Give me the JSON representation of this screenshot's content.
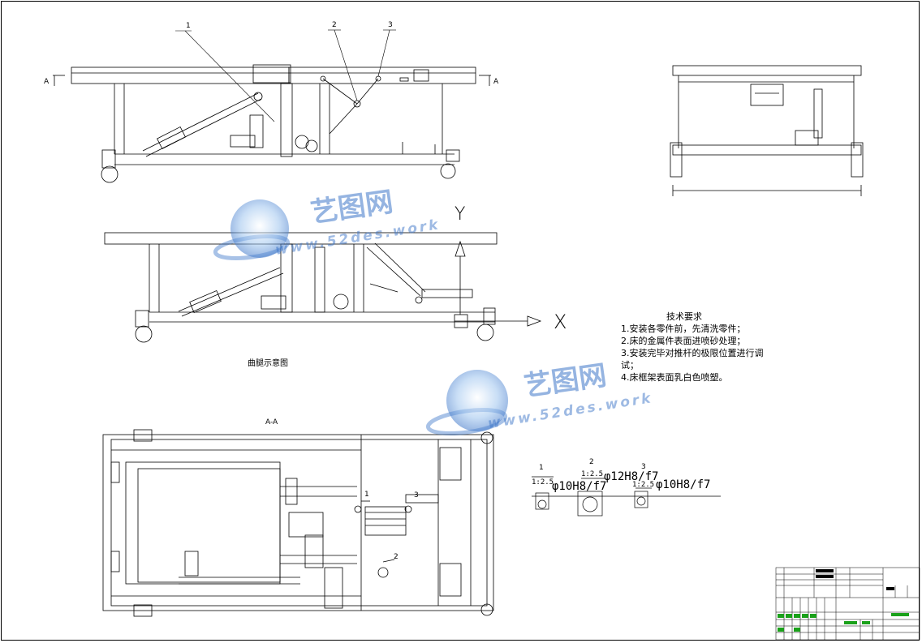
{
  "drawing": {
    "section_marker_left": "A",
    "section_marker_right": "A",
    "section_title": "A-A",
    "caption_leg": "曲腿示意图",
    "axis_x": "X",
    "axis_y": "Y",
    "top_callouts": [
      "1",
      "2",
      "3"
    ],
    "plan_callouts": [
      "1",
      "2",
      "3"
    ]
  },
  "tech": {
    "title": "技术要求",
    "items": [
      "1.安装各零件前，先清洗零件；",
      "2.床的金属件表面进喷砂处理；",
      "3.安装完毕对推杆的极限位置进行调",
      "试；",
      "4.床框架表面乳白色喷塑。"
    ]
  },
  "details": [
    {
      "num": "1",
      "scale": "1:2.5",
      "fit": "φ10H8/f7"
    },
    {
      "num": "2",
      "scale": "1:2.5",
      "fit": "φ12H8/f7"
    },
    {
      "num": "3",
      "scale": "1:2.5",
      "fit": "φ10H8/f7"
    }
  ],
  "watermark": {
    "cn": "艺图网",
    "en": "www.52des.work"
  },
  "colors": {
    "line": "#000000",
    "watermark": "#3f77c9",
    "title_green": "#1aa11a"
  }
}
